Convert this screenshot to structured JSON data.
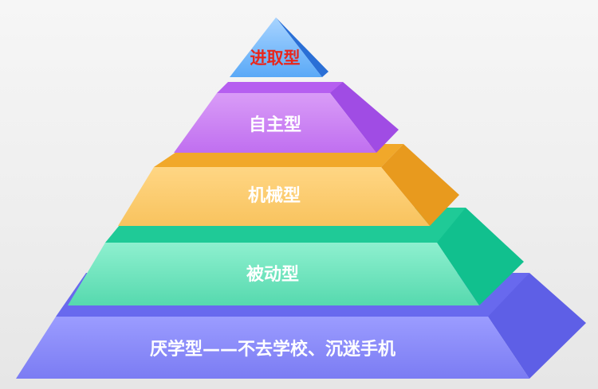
{
  "pyramid": {
    "tiers": [
      {
        "label": "进取型",
        "color_front_top": "#a8d4ff",
        "color_front_bottom": "#5aa9f7",
        "color_side": "#2a6fd6",
        "label_color": "#e8261c"
      },
      {
        "label": "自主型",
        "color_front_top": "#d99cf7",
        "color_front_bottom": "#c06ff0",
        "color_side": "#a04ce4",
        "color_top": "#b65ff0",
        "label_color": "#ffffff"
      },
      {
        "label": "机械型",
        "color_front_top": "#ffd684",
        "color_front_bottom": "#f8c35e",
        "color_side": "#e89a1e",
        "color_top": "#f1a82a",
        "label_color": "#ffffff"
      },
      {
        "label": "被动型",
        "color_front_top": "#8ef0cf",
        "color_front_bottom": "#56d9ae",
        "color_side": "#11c08e",
        "color_top": "#1fca97",
        "label_color": "#ffffff"
      },
      {
        "label": "厌学型——不去学校、沉迷手机",
        "color_front_top": "#9b9cff",
        "color_front_bottom": "#7b7cf3",
        "color_side": "#5e5fe6",
        "color_top": "#6869ee",
        "label_color": "#ffffff"
      }
    ]
  }
}
